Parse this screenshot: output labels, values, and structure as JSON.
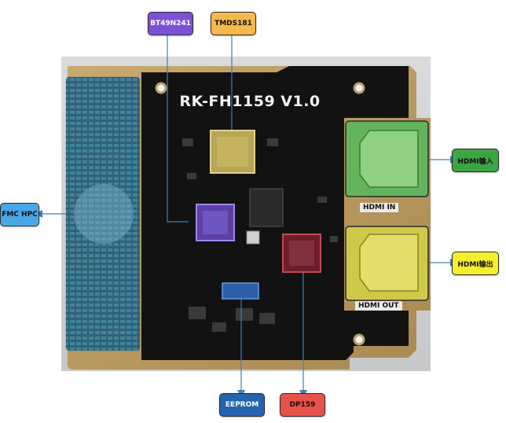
{
  "board": {
    "title": "RK-FH1159 V1.0",
    "silkscreen": {
      "hdmi_in": "HDMI IN",
      "hdmi_out": "HDMI OUT"
    }
  },
  "callouts": {
    "bt49n241": {
      "label": "BT49N241",
      "color": "#7b52d6"
    },
    "tmds181": {
      "label": "TMDS181",
      "color": "#f5b84a"
    },
    "fmc_hpc": {
      "label": "FMC HPC",
      "color": "#49a7e6"
    },
    "hdmi_in": {
      "label": "HDMI输入",
      "color": "#3ea443"
    },
    "hdmi_out": {
      "label": "HDMI输出",
      "color": "#f4ef2a"
    },
    "eeprom": {
      "label": "EEPROM",
      "color": "#2563b0"
    },
    "dp159": {
      "label": "DP159",
      "color": "#e8524a"
    }
  }
}
